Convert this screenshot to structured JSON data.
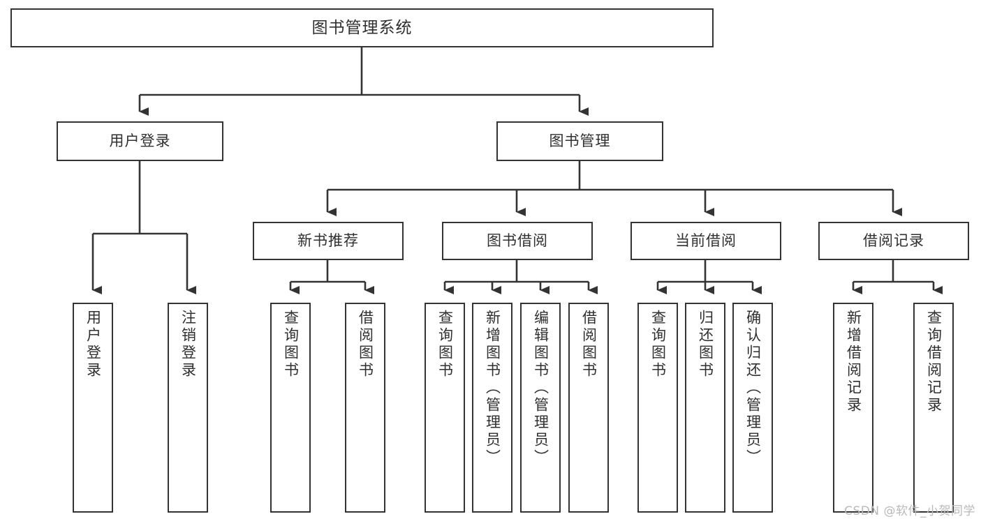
{
  "diagram": {
    "title": "图书管理系统",
    "type": "tree-hierarchy-chart",
    "watermark": "CSDN @软件_小贺同学",
    "colors": {
      "background": "#ffffff",
      "box_border": "#333333",
      "box_fill": "#ffffff",
      "text": "#2f2f2f",
      "connector": "#333333",
      "watermark": "#b9b9b9"
    },
    "root": {
      "label": "图书管理系统"
    },
    "level1": [
      {
        "id": "user-login",
        "label": "用户登录"
      },
      {
        "id": "book-manage",
        "label": "图书管理"
      }
    ],
    "level2": [
      {
        "id": "new-book-recommend",
        "label": "新书推荐",
        "parent": "book-manage"
      },
      {
        "id": "book-borrow",
        "label": "图书借阅",
        "parent": "book-manage"
      },
      {
        "id": "current-borrow",
        "label": "当前借阅",
        "parent": "book-manage"
      },
      {
        "id": "borrow-record",
        "label": "借阅记录",
        "parent": "book-manage"
      }
    ],
    "leaves": [
      {
        "id": "leaf-user-login",
        "label": "用户登录",
        "parent": "user-login"
      },
      {
        "id": "leaf-logout-login",
        "label": "注销登录",
        "parent": "user-login"
      },
      {
        "id": "leaf-query-book-1",
        "label": "查询图书",
        "parent": "new-book-recommend"
      },
      {
        "id": "leaf-borrow-book-1",
        "label": "借阅图书",
        "parent": "new-book-recommend"
      },
      {
        "id": "leaf-query-book-2",
        "label": "查询图书",
        "parent": "book-borrow"
      },
      {
        "id": "leaf-add-book",
        "label": "新增图书（管理员）",
        "parent": "book-borrow"
      },
      {
        "id": "leaf-edit-book",
        "label": "编辑图书（管理员）",
        "parent": "book-borrow"
      },
      {
        "id": "leaf-borrow-book-2",
        "label": "借阅图书",
        "parent": "book-borrow"
      },
      {
        "id": "leaf-query-book-3",
        "label": "查询图书",
        "parent": "current-borrow"
      },
      {
        "id": "leaf-return-book",
        "label": "归还图书",
        "parent": "current-borrow"
      },
      {
        "id": "leaf-confirm-return",
        "label": "确认归还（管理员）",
        "parent": "current-borrow"
      },
      {
        "id": "leaf-add-record",
        "label": "新增借阅记录",
        "parent": "borrow-record"
      },
      {
        "id": "leaf-query-record",
        "label": "查询借阅记录",
        "parent": "borrow-record"
      }
    ]
  }
}
